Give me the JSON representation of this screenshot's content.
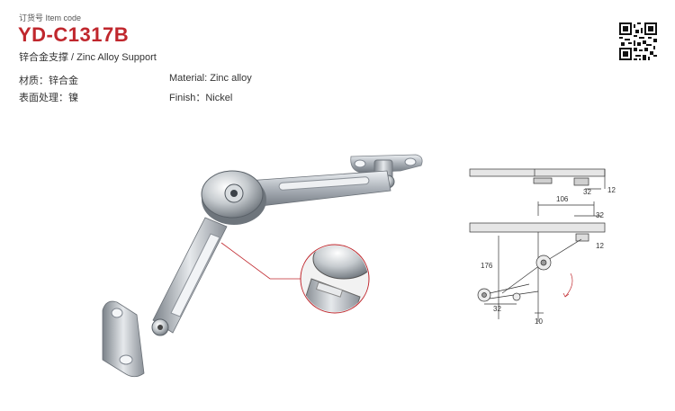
{
  "header": {
    "item_code_label": "订货号 Item code",
    "product_code": "YD-C1317B",
    "product_name": "锌合金支撑 / Zinc Alloy Support"
  },
  "specs": {
    "material_cn": "材质：锌合金",
    "finish_cn": "表面处理：镍",
    "material_en": "Material: Zinc alloy",
    "finish_en": "Finish：Nickel"
  },
  "diagram": {
    "dims": {
      "top_32": "32",
      "top_12": "12",
      "span_106": "106",
      "right_32": "32",
      "right_12": "12",
      "height_176": "176",
      "bottom_32": "32",
      "bottom_10": "10"
    }
  },
  "colors": {
    "accent": "#c0272d",
    "metal": "#b9bec4"
  },
  "icons": {
    "qr": "qr-code-icon"
  }
}
